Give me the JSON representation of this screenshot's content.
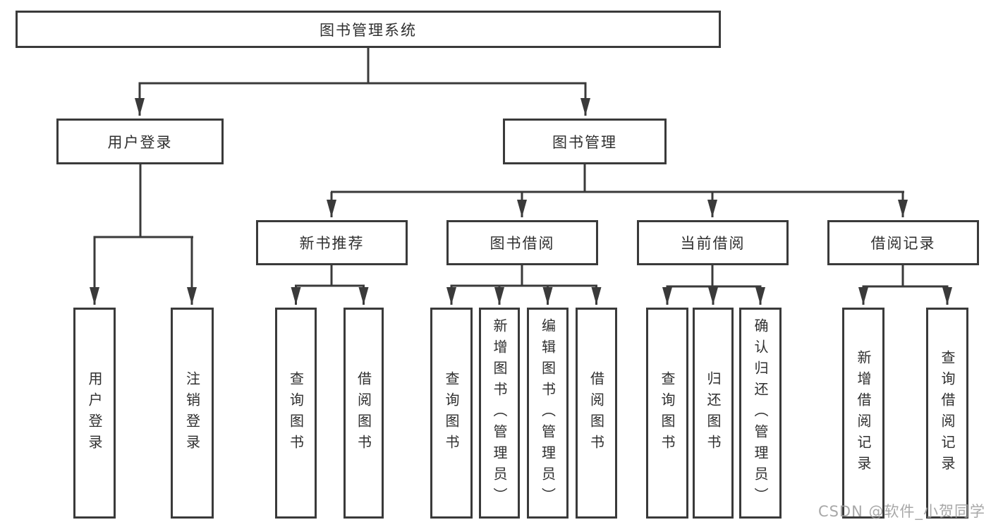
{
  "diagram": {
    "root": {
      "label": "图书管理系统"
    },
    "level2": [
      {
        "label": "用户登录"
      },
      {
        "label": "图书管理"
      }
    ],
    "level3": [
      {
        "label": "新书推荐"
      },
      {
        "label": "图书借阅"
      },
      {
        "label": "当前借阅"
      },
      {
        "label": "借阅记录"
      }
    ],
    "leaves": [
      {
        "label": "用户登录"
      },
      {
        "label": "注销登录"
      },
      {
        "label": "查询图书"
      },
      {
        "label": "借阅图书"
      },
      {
        "label": "查询图书"
      },
      {
        "label": "新增图书（管理员）"
      },
      {
        "label": "编辑图书（管理员）"
      },
      {
        "label": "借阅图书"
      },
      {
        "label": "查询图书"
      },
      {
        "label": "归还图书"
      },
      {
        "label": "确认归还（管理员）"
      },
      {
        "label": "新增借阅记录"
      },
      {
        "label": "查询借阅记录"
      }
    ],
    "colors": {
      "line": "#3a3a3a",
      "text": "#2f2f2f",
      "background": "#ffffff",
      "watermark": "#9e9e9e"
    }
  },
  "watermark": {
    "text": "CSDN @软件_小贺同学"
  }
}
